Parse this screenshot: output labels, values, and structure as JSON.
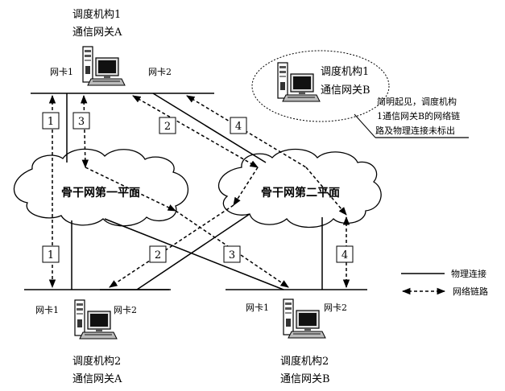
{
  "nodes": {
    "top_a": {
      "line1": "调度机构1",
      "line2": "通信网关A",
      "nic1": "网卡1",
      "nic2": "网卡2"
    },
    "top_b": {
      "line1": "调度机构1",
      "line2": "通信网关B"
    },
    "bottom_a": {
      "line1": "调度机构2",
      "line2": "通信网关A",
      "nic1": "网卡1",
      "nic2": "网卡2"
    },
    "bottom_b": {
      "line1": "调度机构2",
      "line2": "通信网关B",
      "nic1": "网卡1",
      "nic2": "网卡2"
    }
  },
  "clouds": {
    "plane1": "骨干网第一平面",
    "plane2": "骨干网第二平面"
  },
  "note": {
    "line1": "简明起见，调度机构",
    "line2": "1通信网关B的网络链",
    "line3": "路及物理连接未标出"
  },
  "link_labels": {
    "top_1": "1",
    "top_3": "3",
    "top_2": "2",
    "top_4": "4",
    "bottom_1": "1",
    "bottom_2": "2",
    "bottom_3": "3",
    "bottom_4": "4"
  },
  "legend": {
    "physical": "物理连接",
    "network": "网络链路"
  }
}
